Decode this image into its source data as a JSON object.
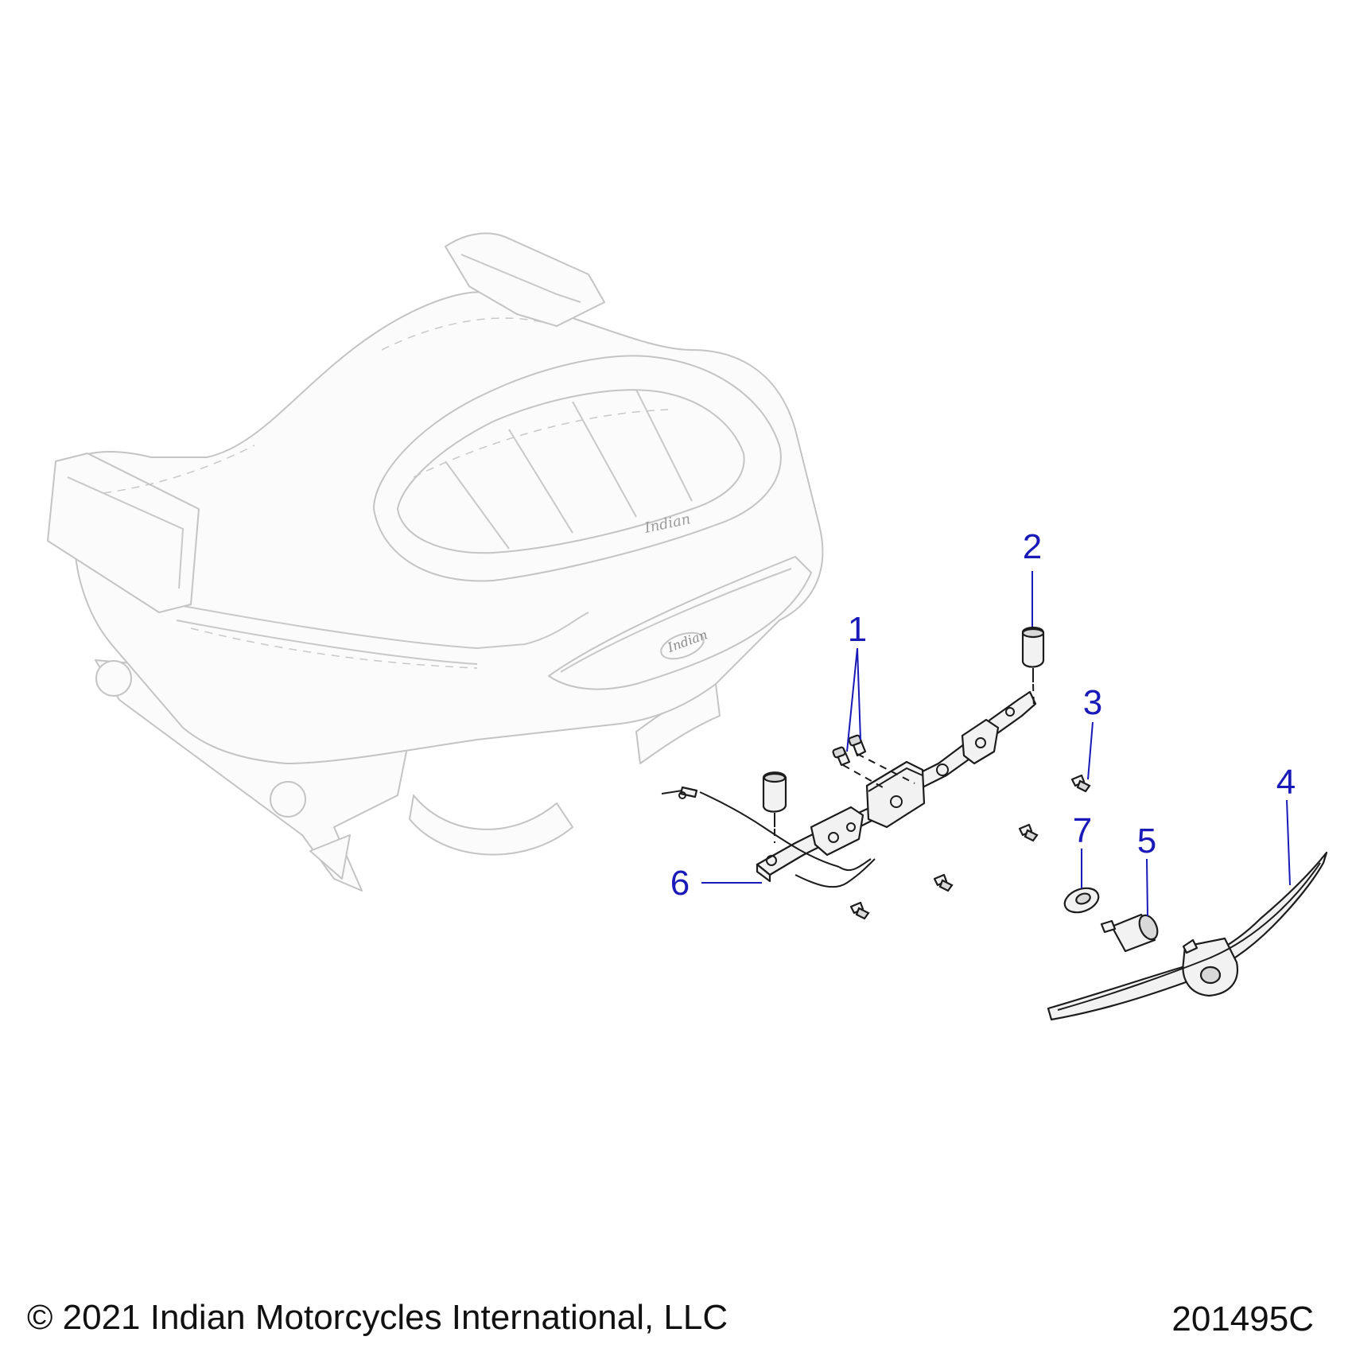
{
  "diagram": {
    "callouts": [
      "1",
      "2",
      "3",
      "4",
      "5",
      "6",
      "7"
    ]
  },
  "footer": {
    "copyright": "© 2021 Indian Motorcycles International, LLC",
    "drawing_number": "201495C"
  },
  "colors": {
    "callout": "#1a1ab8",
    "ghost_outline": "#c4c4c4",
    "part_outline": "#1c1c1c"
  }
}
